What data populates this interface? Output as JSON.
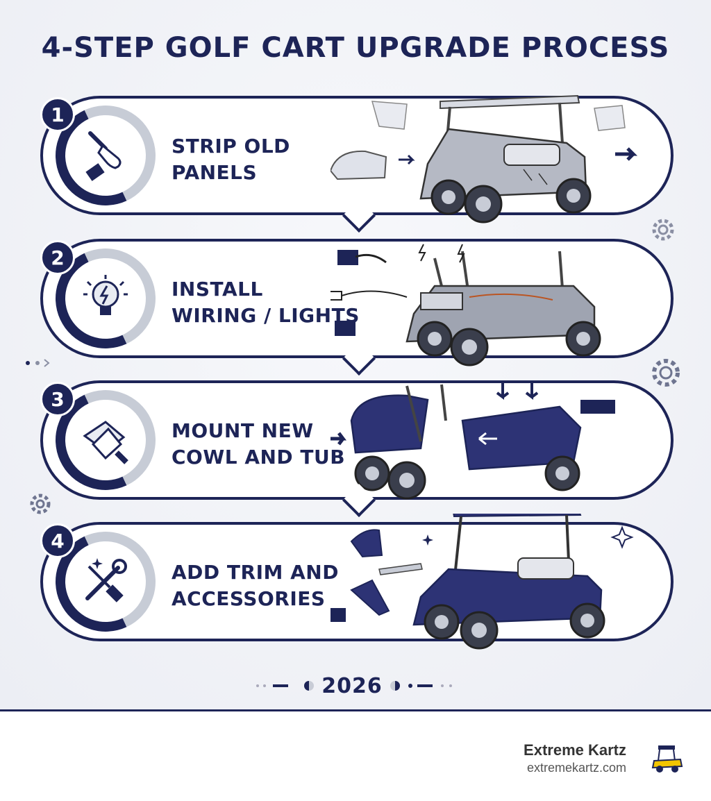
{
  "title": "4-STEP GOLF CART UPGRADE PROCESS",
  "steps": [
    {
      "number": "1",
      "line1": "STRIP OLD",
      "line2": "PANELS",
      "icon": "screwdriver-hand-icon"
    },
    {
      "number": "2",
      "line1": "INSTALL",
      "line2": "WIRING / LIGHTS",
      "icon": "lightbulb-icon"
    },
    {
      "number": "3",
      "line1": "MOUNT NEW",
      "line2": "COWL AND TUB",
      "icon": "hands-icon"
    },
    {
      "number": "4",
      "line1": "ADD TRIM AND",
      "line2": "ACCESSORIES",
      "icon": "wrench-screwdriver-icon"
    }
  ],
  "year": "2026",
  "brand": {
    "name": "Extreme Kartz",
    "url": "extremekartz.com"
  },
  "colors": {
    "navy": "#1d2457",
    "gray": "#c7ccd6"
  }
}
